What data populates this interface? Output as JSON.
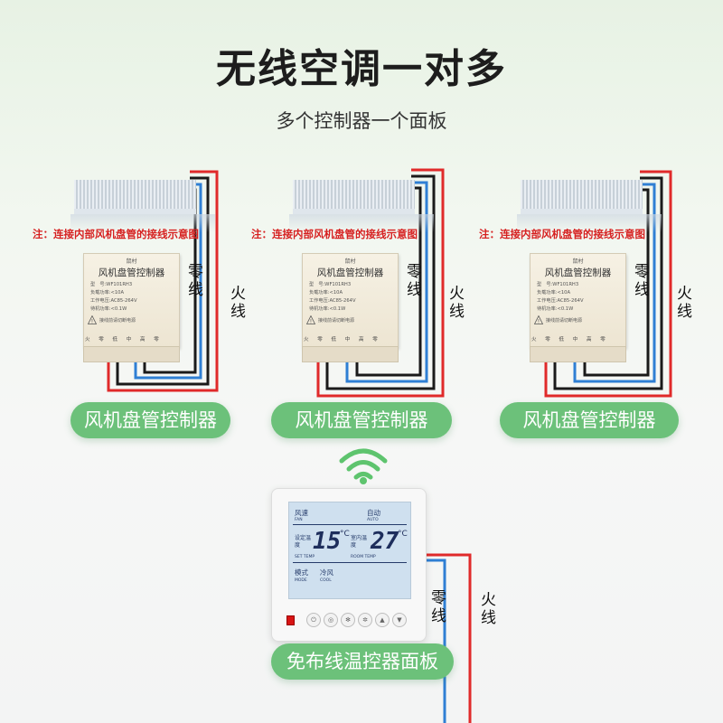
{
  "header": {
    "title": "无线空调一对多",
    "subtitle": "多个控制器一个面板"
  },
  "units": [
    {
      "note": "注：连接内部风机盘管的接线示意图",
      "zero_label": "零线",
      "fire_label": "火线",
      "caption": "风机盘管控制器"
    },
    {
      "note": "注：连接内部风机盘管的接线示意图",
      "zero_label": "零线",
      "fire_label": "火线",
      "caption": "风机盘管控制器"
    },
    {
      "note": "注：连接内部风机盘管的接线示意图",
      "zero_label": "零线",
      "fire_label": "火线",
      "caption": "风机盘管控制器"
    }
  ],
  "controller_box": {
    "brand": "鼠村",
    "title": "风机盘管控制器",
    "specs": [
      "型　号:WF101RH3",
      "负载功率:<10A",
      "工作电压:AC85-264V",
      "待机功率:<0.1W"
    ],
    "warning": "接线前请切断电源",
    "terminals": "火 零 低 中 高 零"
  },
  "thermostat": {
    "fan_label": "风速",
    "fan_label_en": "FAN",
    "fan_value": "自动",
    "fan_value_en": "AUTO",
    "set_label": "设定温度",
    "set_label_en": "SET TEMP",
    "set_temp": "15",
    "room_label": "室内温度",
    "room_label_en": "ROOM TEMP",
    "room_temp": "27",
    "unit": "°C",
    "mode_label": "模式",
    "mode_label_en": "MODE",
    "mode_value": "冷风",
    "mode_value_en": "COOL",
    "zero_label": "零线",
    "fire_label": "火线",
    "caption": "免布线温控器面板"
  },
  "colors": {
    "accent_green": "#6cc17a",
    "wire_red": "#e02a2a",
    "wire_blue": "#2f7fd4",
    "wire_black": "#1a1a1a",
    "wifi_green": "#5ec46e"
  },
  "icons": {
    "wifi": "wifi-signal-icon",
    "warning": "warning-triangle-icon",
    "power": "power-switch-icon"
  }
}
